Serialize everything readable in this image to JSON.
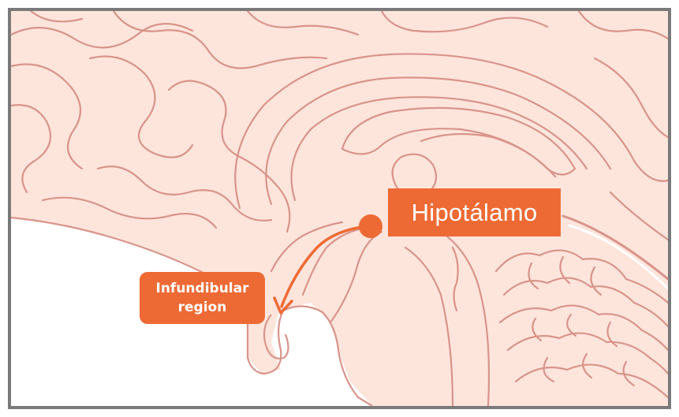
{
  "labels": {
    "hipotalamo": "Hipotálamo",
    "infundibular_line1": "Infundibular",
    "infundibular_line2": "region"
  },
  "colors": {
    "tissue_fill": "#fde5dc",
    "outline": "#d9948a",
    "accent": "#ee6a35",
    "frame_border": "#7a7a7a",
    "label_text": "#ffffff"
  }
}
